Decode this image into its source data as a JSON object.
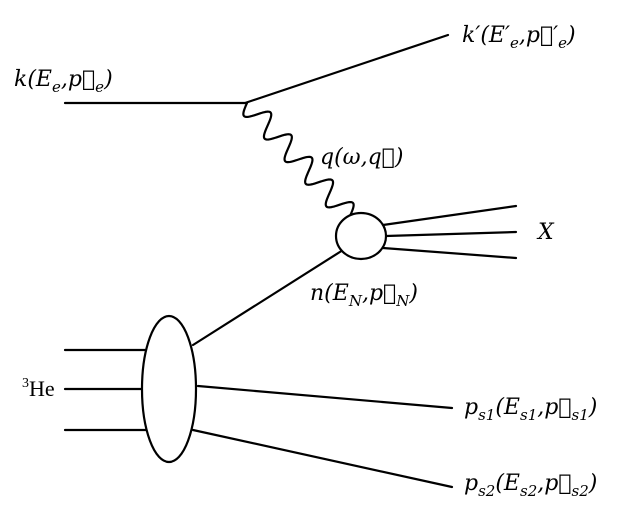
{
  "labels": {
    "incoming_electron": {
      "main": "k(E",
      "sub": "e",
      "mid": ",",
      "vec": "p⃗",
      "vec_sub": "e",
      "close": ")"
    },
    "outgoing_electron": {
      "main": "k′(E′",
      "sub": "e",
      "mid": ",",
      "vec": "p⃗′",
      "vec_sub": "e",
      "close": ")"
    },
    "virtual_photon": {
      "text": "q(ω,q⃗)"
    },
    "hadronic_final": {
      "text": "X"
    },
    "struck_neutron": {
      "main": "n(E",
      "sub": "N",
      "mid": ",",
      "vec": "p⃗",
      "vec_sub": "N",
      "close": ")"
    },
    "target": {
      "sup": "3",
      "text": "He"
    },
    "spectator_1": {
      "p": "p",
      "p_sub": "s1",
      "open": "(E",
      "e_sub": "s1",
      "mid": ",",
      "vec": "p⃗",
      "vec_sub": "s1",
      "close": ")"
    },
    "spectator_2": {
      "p": "p",
      "p_sub": "s2",
      "open": "(E",
      "e_sub": "s2",
      "mid": ",",
      "vec": "p⃗",
      "vec_sub": "s2",
      "close": ")"
    }
  }
}
